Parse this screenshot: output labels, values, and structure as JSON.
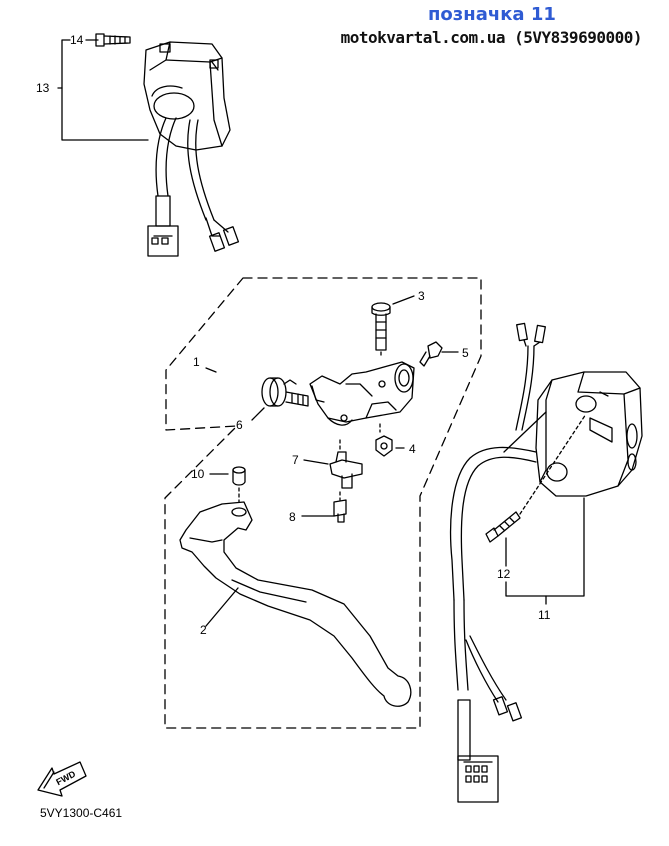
{
  "header": {
    "title": "позначка 11",
    "source": "motokvartal.com.ua (5VY839690000)"
  },
  "diagram": {
    "callouts": {
      "p1": "1",
      "p2": "2",
      "p3": "3",
      "p4": "4",
      "p5": "5",
      "p6": "6",
      "p7": "7",
      "p8": "8",
      "p10": "10",
      "p11": "11",
      "p12": "12",
      "p13": "13",
      "p14": "14"
    },
    "fwd_label": "FWD",
    "catalog_code": "5VY1300-C461"
  }
}
